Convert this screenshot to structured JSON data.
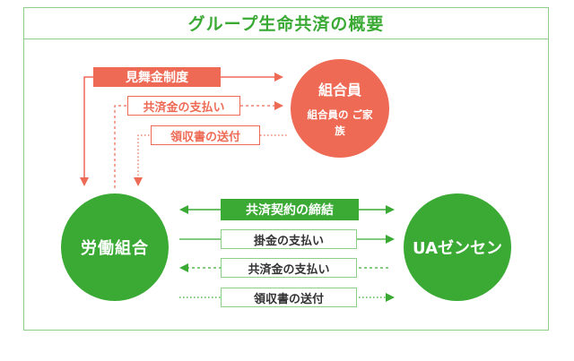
{
  "title": "グループ生命共済の概要",
  "nodes": {
    "member": {
      "label": "組合員",
      "sub": "組合員の ご家族"
    },
    "union": {
      "label": "労働組合"
    },
    "uazensen": {
      "label": "UAゼンセン"
    }
  },
  "flows": {
    "mimai": "見舞金制度",
    "kyosai_payment_orange": "共済金の支払い",
    "receipt_orange": "領収書の送付",
    "contract": "共済契約の締結",
    "premium_payment": "掛金の支払い",
    "kyosai_payment_green": "共済金の支払い",
    "receipt_green": "領収書の送付"
  },
  "colors": {
    "green": "#3aaa35",
    "light_green": "#8fce8a",
    "orange": "#ee6a55"
  }
}
